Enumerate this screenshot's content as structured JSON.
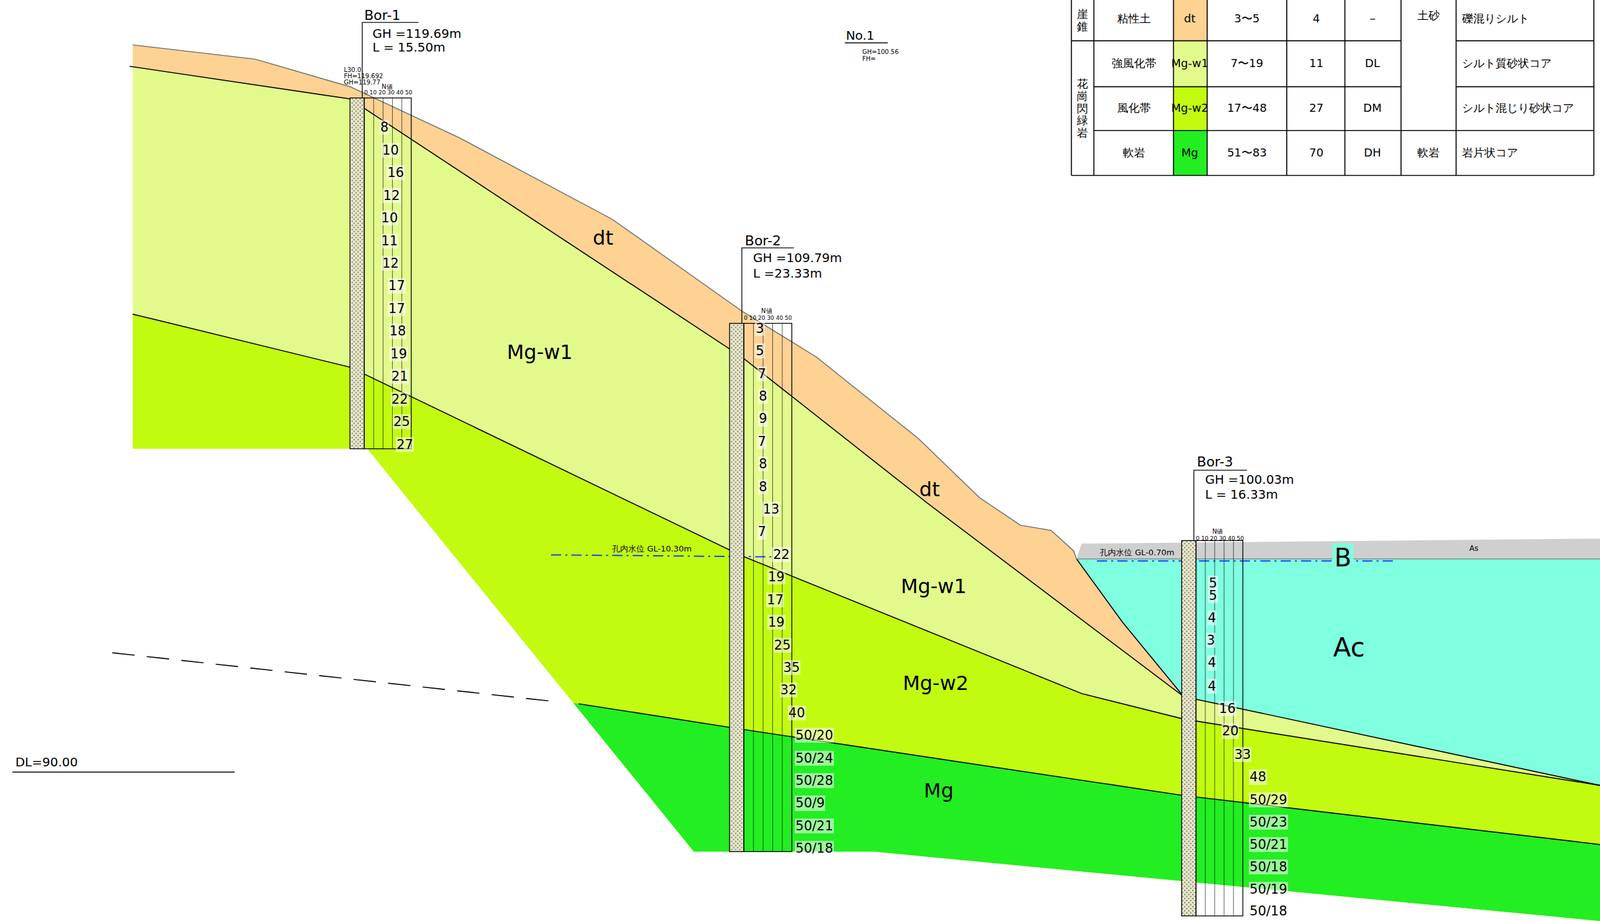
{
  "diagram": {
    "labels": [
      "崖錐",
      "粘性土",
      "dt",
      "3〜5",
      "4",
      "－",
      "土砂",
      "礫混りシルト",
      "花崗閃緑岩",
      "強風化帯",
      "Mg-w1",
      "7〜19",
      "11",
      "DL",
      "シルト質砂状コア",
      "風化帯",
      "Mg-w2",
      "17〜48",
      "27",
      "DM",
      "シルト混じり砂状コア",
      "軟岩",
      "Mg",
      "51〜83",
      "70",
      "DH",
      "軟岩",
      "岩片状コア",
      "Bor-1",
      "GH =119.69m",
      "L  = 15.50m",
      "L30.0",
      "FH=119.692",
      "GH=119.77",
      "N値",
      "0 10 20 30 40 50",
      "8",
      "10",
      "16",
      "12",
      "10",
      "11",
      "12",
      "17",
      "17",
      "18",
      "19",
      "21",
      "22",
      "25",
      "27",
      "No.1",
      "GH=100.56",
      "FH=",
      "Bor-2",
      "GH =109.79m",
      "L  =23.33m",
      "N値",
      "0 10 20 30 40 50",
      "3",
      "5",
      "7",
      "8",
      "9",
      "7",
      "8",
      "8",
      "13",
      "7",
      "22",
      "19",
      "17",
      "19",
      "25",
      "35",
      "32",
      "40",
      "50/20",
      "50/24",
      "50/28",
      "50/9",
      "50/21",
      "50/18",
      "Bor-3",
      "GH =100.03m",
      "L  = 16.33m",
      "N値",
      "0 10 20 30 40 50",
      "5",
      "5",
      "4",
      "3",
      "4",
      "4",
      "16",
      "20",
      "33",
      "48",
      "50/29",
      "50/23",
      "50/21",
      "50/18",
      "50/19",
      "50/18",
      "孔内水位 GL-10.30m",
      "孔内水位 GL-0.70m",
      "As",
      "B",
      "dt",
      "Mg-w1",
      "dt",
      "Mg-w1",
      "Mg-w2",
      "Mg",
      "Ac",
      "DL=90.00"
    ]
  }
}
